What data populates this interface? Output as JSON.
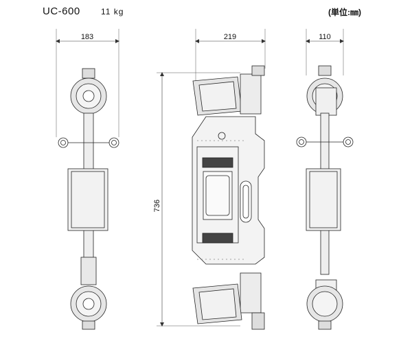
{
  "header": {
    "model": "UC-600",
    "weight": "11 kg",
    "unit_note": "(単位:㎜)"
  },
  "dimensions": {
    "side_left_width": "183",
    "front_width": "219",
    "front_height": "736",
    "side_right_width": "110"
  }
}
